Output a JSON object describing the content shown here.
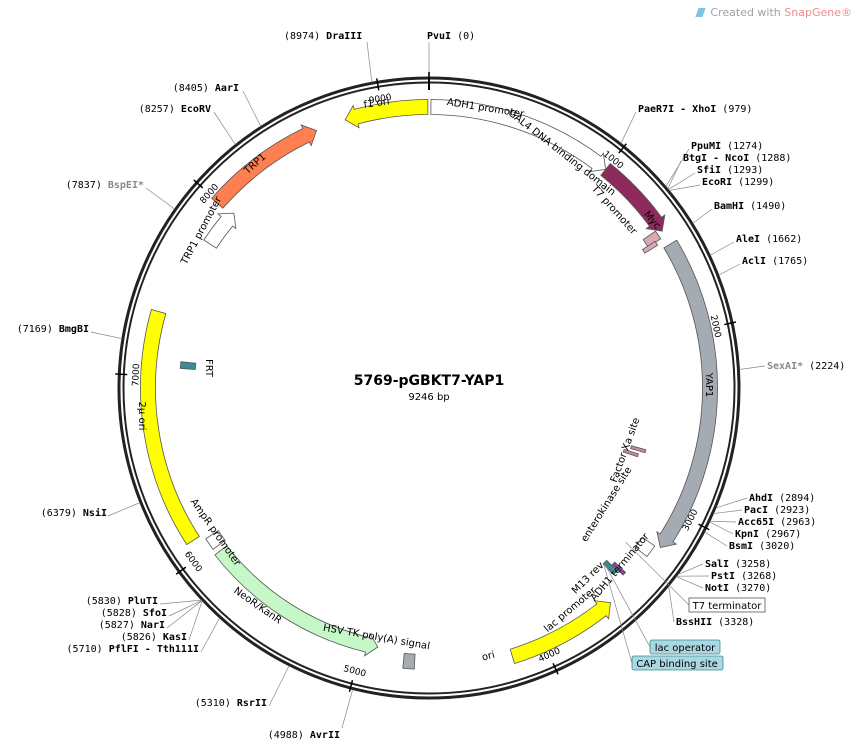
{
  "credit": {
    "prefix": "Created with ",
    "brand": "SnapGene",
    "reg": "®"
  },
  "plasmid": {
    "name": "5769-pGBKT7-YAP1",
    "length_label": "9246 bp",
    "length": 9246
  },
  "ticks": [
    {
      "bp": 1000,
      "label": "1000"
    },
    {
      "bp": 2000,
      "label": "2000"
    },
    {
      "bp": 3000,
      "label": "3000"
    },
    {
      "bp": 4000,
      "label": "4000"
    },
    {
      "bp": 5000,
      "label": "5000"
    },
    {
      "bp": 6000,
      "label": "6000"
    },
    {
      "bp": 7000,
      "label": "7000"
    },
    {
      "bp": 8000,
      "label": "8000"
    },
    {
      "bp": 9000,
      "label": "9000"
    }
  ],
  "features": [
    {
      "name": "ADH1 promoter",
      "start": 10,
      "end": 1000,
      "strand": 1,
      "color": "#ffffff"
    },
    {
      "name": "GAL4 DNA binding domain",
      "start": 1000,
      "end": 1440,
      "strand": 1,
      "color": "#8e2b5c"
    },
    {
      "name": "Myc",
      "start": 1420,
      "end": 1470,
      "strand": 1,
      "color": "#d9a9b6"
    },
    {
      "name": "T7 promoter",
      "start": 1465,
      "end": 1490,
      "strand": 1,
      "color": "#d9a9b6"
    },
    {
      "name": "YAP1",
      "start": 1520,
      "end": 3200,
      "strand": 1,
      "color": "#a5abb2"
    },
    {
      "name": "Factor Xa site",
      "start": 2720,
      "end": 2740,
      "strand": 1,
      "color": "#c98b99"
    },
    {
      "name": "enterokinase site",
      "start": 2760,
      "end": 2780,
      "strand": 1,
      "color": "#c98b99"
    },
    {
      "name": "ADH1 terminator",
      "start": 3210,
      "end": 3280,
      "strand": 0,
      "color": "#ffffff"
    },
    {
      "name": "M13 rev",
      "start": 3420,
      "end": 3440,
      "strand": 0,
      "color": "#8f3fb5"
    },
    {
      "name": "lac promoter",
      "start": 3445,
      "end": 3475,
      "strand": 0,
      "color": "#3c8a95"
    },
    {
      "name": "ori",
      "start": 3590,
      "end": 4180,
      "strand": -1,
      "color": "#ffff00"
    },
    {
      "name": "HSV TK poly(A) signal",
      "start": 4700,
      "end": 4760,
      "strand": 0,
      "color": "#a5abb2"
    },
    {
      "name": "NeoR/KanR",
      "start": 4910,
      "end": 5960,
      "strand": -1,
      "color": "#c6f7c6"
    },
    {
      "name": "AmpR promoter",
      "start": 5990,
      "end": 6060,
      "strand": -1,
      "color": "#ffffff"
    },
    {
      "name": "2μ ori",
      "start": 6090,
      "end": 7340,
      "strand": 0,
      "color": "#ffff00"
    },
    {
      "name": "FRT",
      "start": 7050,
      "end": 7090,
      "strand": 0,
      "color": "#3c8a95"
    },
    {
      "name": "TRP1 promoter",
      "start": 7790,
      "end": 8010,
      "strand": 1,
      "color": "#ffffff"
    },
    {
      "name": "TRP1",
      "start": 7990,
      "end": 8640,
      "strand": 1,
      "color": "#ff7f50"
    },
    {
      "name": "f1 ori",
      "start": 8800,
      "end": 9240,
      "strand": -1,
      "color": "#ffff00"
    }
  ],
  "sites": [
    {
      "name": "PvuI",
      "pos": "0"
    },
    {
      "name": "DraIII",
      "pos": "8974"
    },
    {
      "name": "AarI",
      "pos": "8405"
    },
    {
      "name": "EcoRV",
      "pos": "8257"
    },
    {
      "name": "BspEI*",
      "pos": "7837"
    },
    {
      "name": "BmgBI",
      "pos": "7169"
    },
    {
      "name": "NsiI",
      "pos": "6379"
    },
    {
      "name": "PluTI",
      "pos": "5830"
    },
    {
      "name": "SfoI",
      "pos": "5828"
    },
    {
      "name": "NarI",
      "pos": "5827"
    },
    {
      "name": "KasI",
      "pos": "5826"
    },
    {
      "name": "PflFI - Tth111I",
      "pos": "5710"
    },
    {
      "name": "RsrII",
      "pos": "5310"
    },
    {
      "name": "AvrII",
      "pos": "4988"
    },
    {
      "name": "PaeR7I - XhoI",
      "pos": "979"
    },
    {
      "name": "PpuMI",
      "pos": "1274"
    },
    {
      "name": "BtgI - NcoI",
      "pos": "1288"
    },
    {
      "name": "SfiI",
      "pos": "1293"
    },
    {
      "name": "EcoRI",
      "pos": "1299"
    },
    {
      "name": "BamHI",
      "pos": "1490"
    },
    {
      "name": "AleI",
      "pos": "1662"
    },
    {
      "name": "AclI",
      "pos": "1765"
    },
    {
      "name": "SexAI*",
      "pos": "2224"
    },
    {
      "name": "AhdI",
      "pos": "2894"
    },
    {
      "name": "PacI",
      "pos": "2923"
    },
    {
      "name": "Acc65I",
      "pos": "2963"
    },
    {
      "name": "KpnI",
      "pos": "2967"
    },
    {
      "name": "BsmI",
      "pos": "3020"
    },
    {
      "name": "SalI",
      "pos": "3258"
    },
    {
      "name": "PstI",
      "pos": "3268"
    },
    {
      "name": "NotI",
      "pos": "3270"
    },
    {
      "name": "BssHII",
      "pos": "3328"
    }
  ],
  "boxed_labels": [
    {
      "name": "T7 terminator",
      "fill": "#ffffff"
    },
    {
      "name": "lac operator",
      "fill": "#a9d8e2"
    },
    {
      "name": "CAP binding site",
      "fill": "#a9d8e2"
    }
  ]
}
